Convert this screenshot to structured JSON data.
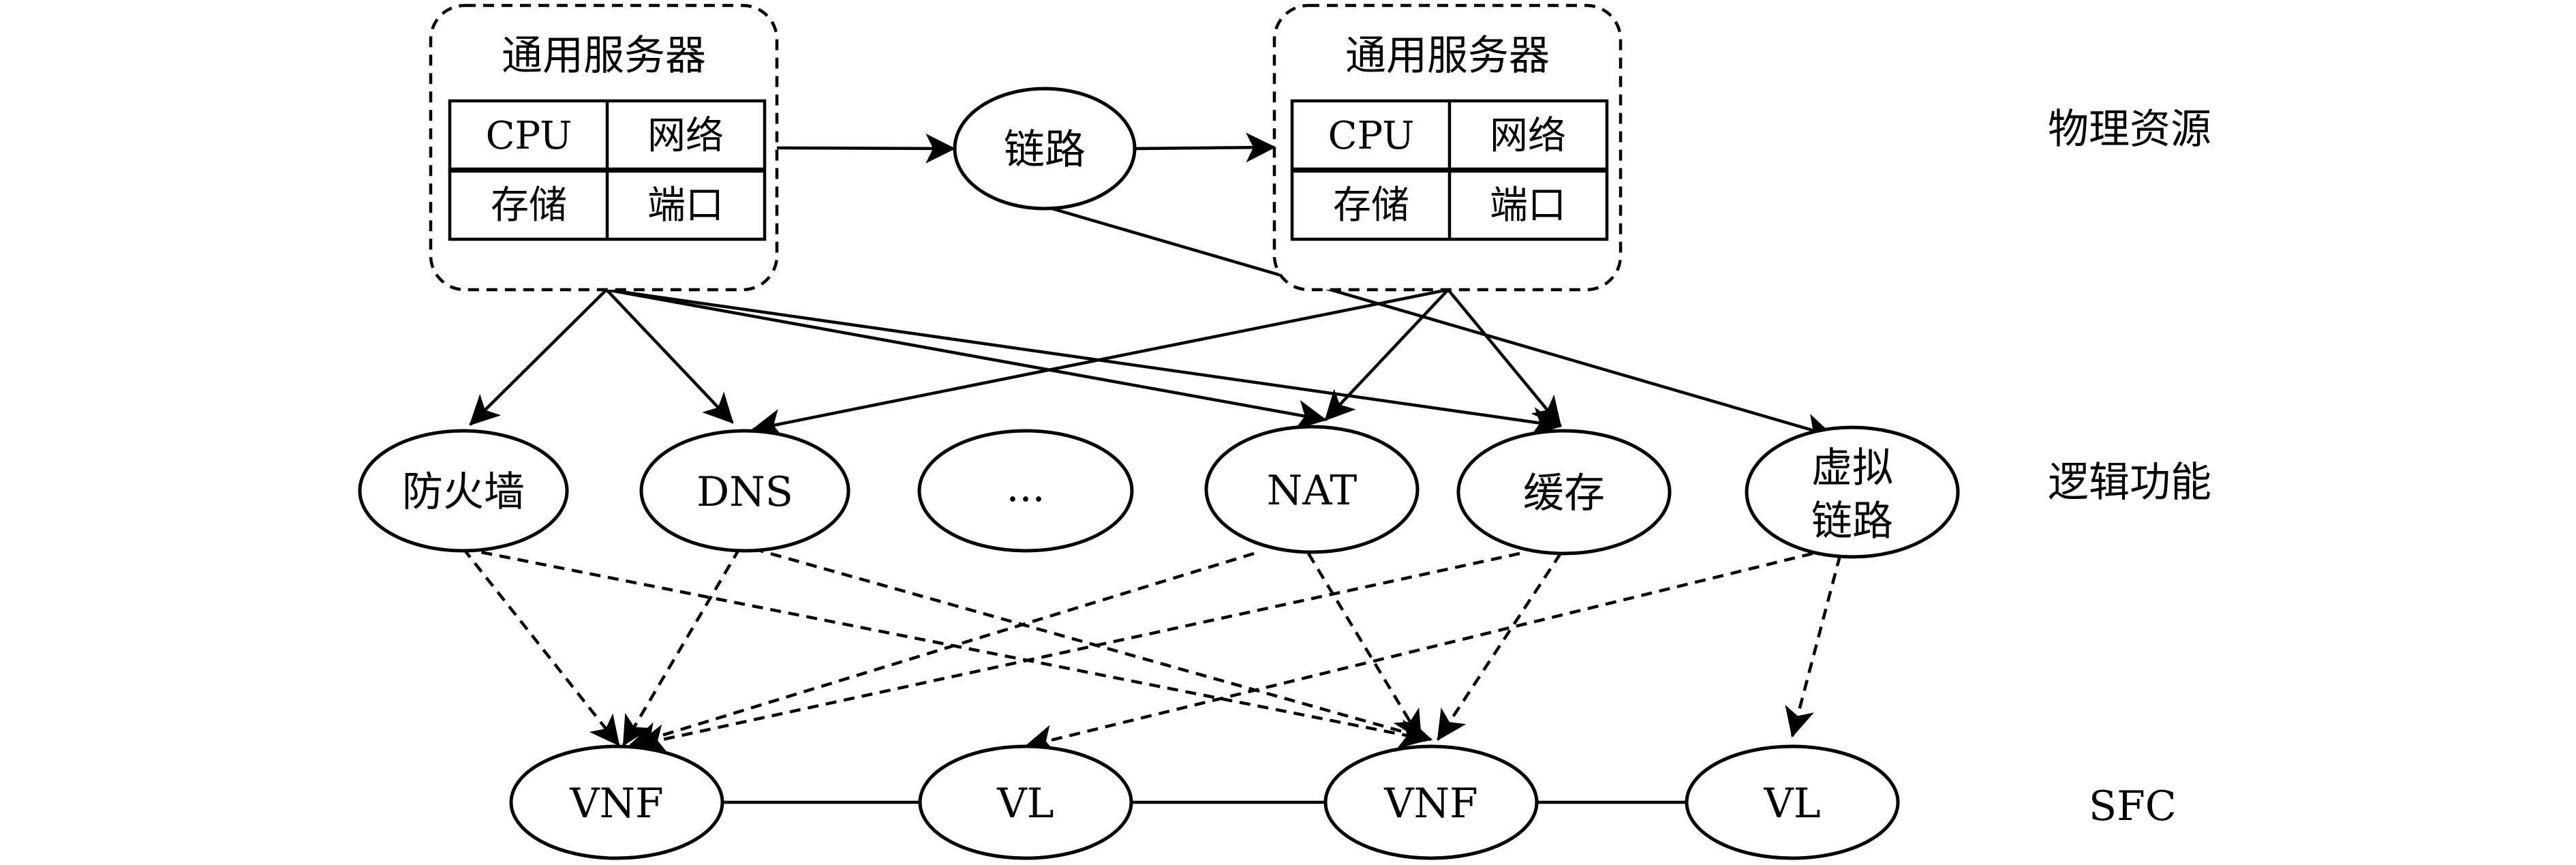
{
  "servers": {
    "left": {
      "title": "通用服务器",
      "cells": [
        "CPU",
        "网络",
        "存储",
        "端口"
      ]
    },
    "right": {
      "title": "通用服务器",
      "cells": [
        "CPU",
        "网络",
        "存储",
        "端口"
      ]
    }
  },
  "link_node": "链路",
  "logic_nodes": {
    "firewall": "防火墙",
    "dns": "DNS",
    "ellipsis": "...",
    "nat": "NAT",
    "cache": "缓存",
    "virtual_link_line1": "虚拟",
    "virtual_link_line2": "链路"
  },
  "sfc_nodes": {
    "vnf1": "VNF",
    "vl1": "VL",
    "vnf2": "VNF",
    "vl2": "VL"
  },
  "layer_labels": {
    "physical": "物理资源",
    "logical": "逻辑功能",
    "sfc": "SFC"
  }
}
